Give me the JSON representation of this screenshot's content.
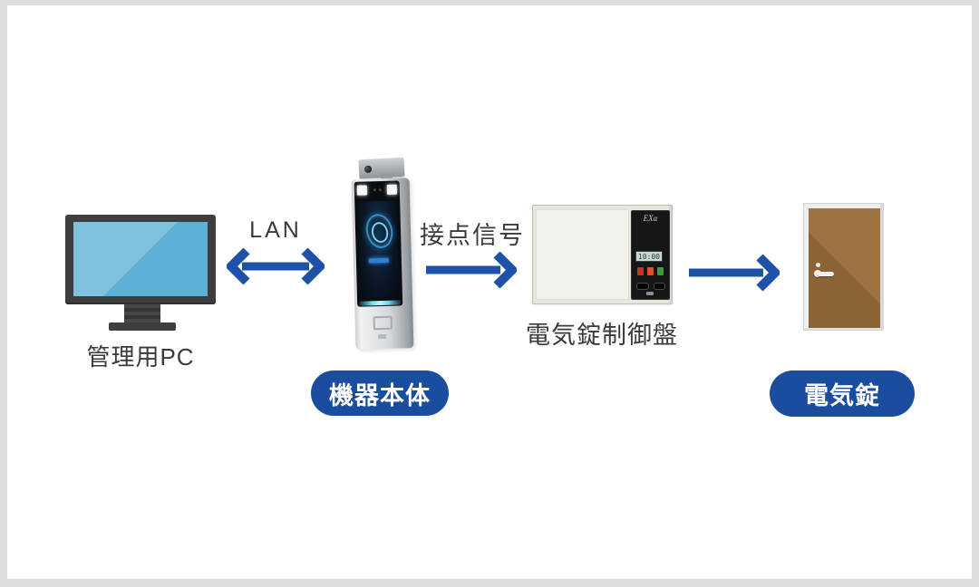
{
  "diagram": {
    "colors": {
      "mat": "#dcdcdc",
      "canvas": "#ffffff",
      "arrow_blue": "#1e52a8",
      "badge_blue": "#1b4d9e",
      "label_text": "#3a3a3a",
      "monitor_screen_blue": "#6fb9da",
      "door_brown": "#94703f"
    },
    "nodes": {
      "pc": {
        "label": "管理用PC"
      },
      "device": {
        "badge_label": "機器本体"
      },
      "control_panel": {
        "label": "電気錠制御盤",
        "panel_logo": "EXα",
        "lcd_text": "10:00"
      },
      "door": {
        "badge_label": "電気錠"
      }
    },
    "links": {
      "lan": {
        "label": "LAN",
        "type": "double-arrow"
      },
      "contact_signal": {
        "label": "接点信号",
        "type": "arrow"
      },
      "panel_to_door": {
        "label": "",
        "type": "arrow"
      }
    }
  }
}
